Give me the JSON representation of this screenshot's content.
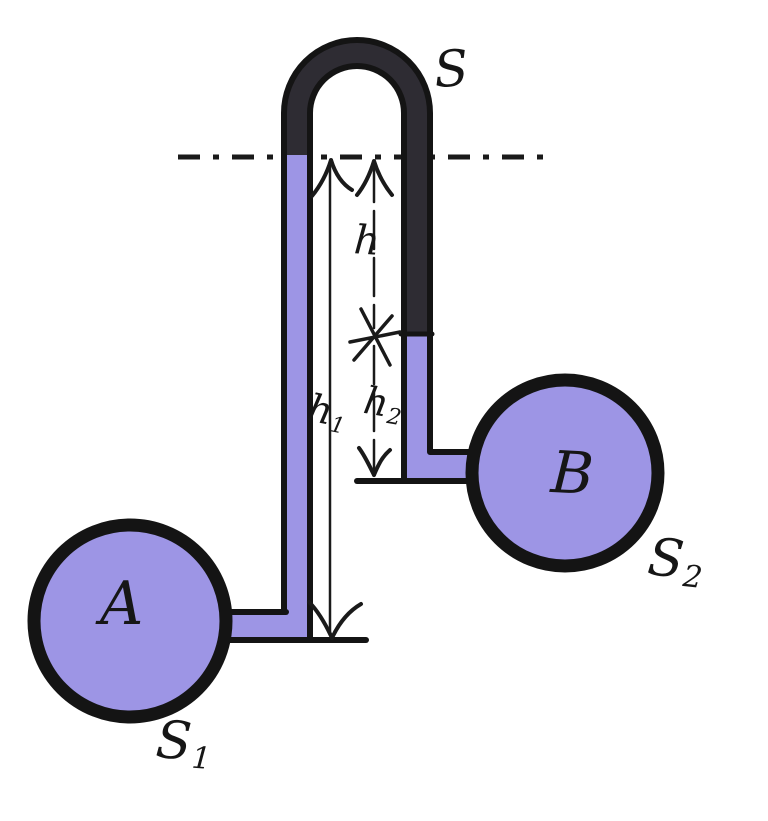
{
  "figure": {
    "background": "#ffffff",
    "colors": {
      "liquid": "#9d95e5",
      "tube_dark": "#2e2c33",
      "outline": "#141414",
      "ink": "#1a1a1a"
    },
    "labels": {
      "tube": "S",
      "vessel_a": "A",
      "vessel_b": "B",
      "section_a": {
        "base": "S",
        "sub": "1"
      },
      "section_b": {
        "base": "S",
        "sub": "2"
      },
      "height_h": "h",
      "height_h1": {
        "base": "h",
        "sub": "1"
      },
      "height_h2": {
        "base": "h",
        "sub": "2"
      }
    }
  }
}
